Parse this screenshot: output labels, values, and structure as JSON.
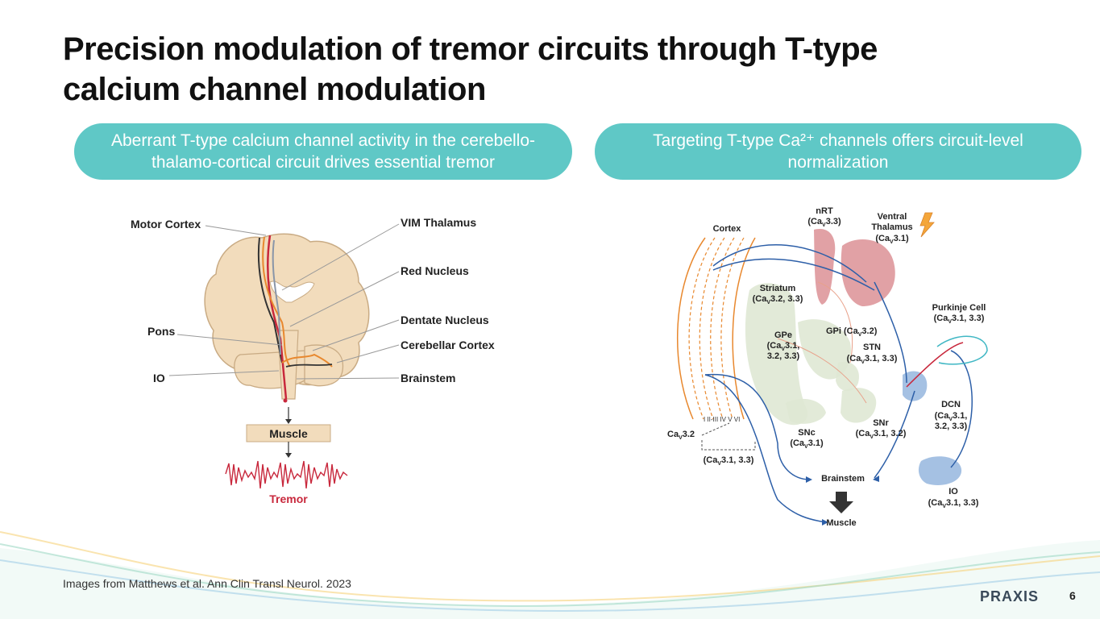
{
  "slide": {
    "title": "Precision modulation of tremor circuits through T-type calcium channel modulation",
    "page_number": "6",
    "source": "Images from Matthews et al. Ann Clin Transl Neurol. 2023",
    "logo_text": "PRAXIS"
  },
  "left_panel": {
    "header": "Aberrant T-type calcium channel activity in the cerebello-thalamo-cortical circuit drives essential tremor",
    "labels": {
      "motor_cortex": "Motor Cortex",
      "pons": "Pons",
      "io": "IO",
      "vim_thalamus": "VIM Thalamus",
      "red_nucleus": "Red Nucleus",
      "dentate_nucleus": "Dentate Nucleus",
      "cerebellar_cortex": "Cerebellar Cortex",
      "brainstem": "Brainstem",
      "muscle": "Muscle",
      "tremor": "Tremor"
    }
  },
  "right_panel": {
    "header": "Targeting T-type Ca²⁺ channels offers circuit-level normalization",
    "labels": {
      "cortex": "Cortex",
      "nrt": "nRT",
      "nrt_sub": "(Ca",
      "nrt_ch": "3.3)",
      "ventral_thalamus_1": "Ventral",
      "ventral_thalamus_2": "Thalamus",
      "ventral_thalamus_ch": "3.1)",
      "striatum": "Striatum",
      "striatum_ch": "3.2, 3.3)",
      "gpi": "GPi (Ca",
      "gpi_ch": "3.2)",
      "gpe": "GPe",
      "gpe_ch1": "3.1,",
      "gpe_ch2": "3.2, 3.3)",
      "stn": "STN",
      "stn_ch": "3.1, 3.3)",
      "purkinje": "Purkinje Cell",
      "purkinje_ch": "3.1, 3.3)",
      "dcn": "DCN",
      "dcn_ch1": "3.1,",
      "dcn_ch2": "3.2, 3.3)",
      "snr": "SNr",
      "snr_ch": "3.1, 3.2)",
      "snc": "SNc",
      "snc_ch": "3.1)",
      "cav32": "3.2",
      "layers": "I  II-III  IV  V  VI",
      "cortex_ch": "3.1, 3.3)",
      "brainstem": "Brainstem",
      "muscle": "Muscle",
      "io": "IO",
      "io_ch": "3.1, 3.3)",
      "ca_prefix": "(Ca",
      "ca_plain": "Ca",
      "v_sub": "V"
    }
  },
  "colors": {
    "teal": "#5fc8c6",
    "brain": "#f2dcbc",
    "red": "#c8283c",
    "orange": "#e8882e",
    "blue": "#2d5fa8",
    "pink_region": "#d98a8e",
    "green_region": "#dfe8d4"
  }
}
